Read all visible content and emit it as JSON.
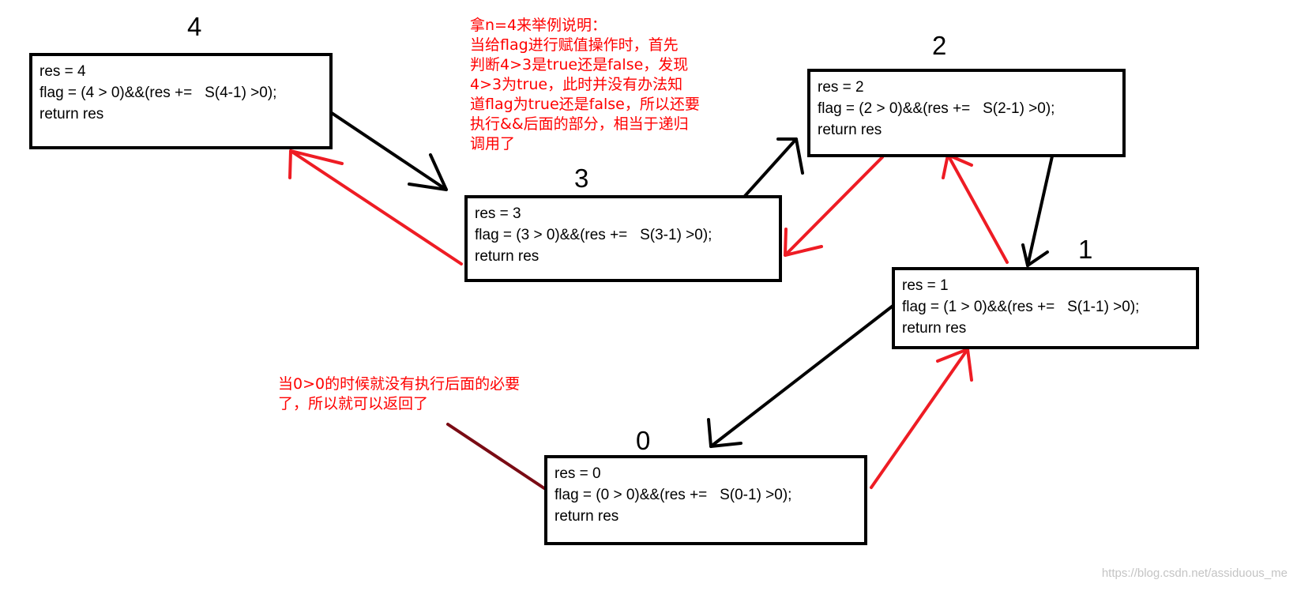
{
  "nodes": [
    {
      "id": "4",
      "label": "4",
      "lines": [
        "res = 4",
        "flag = (4 > 0)&&(res +=   S(4-1) >0);",
        "return res"
      ]
    },
    {
      "id": "3",
      "label": "3",
      "lines": [
        "res = 3",
        "flag = (3 > 0)&&(res +=   S(3-1) >0);",
        "return res"
      ]
    },
    {
      "id": "2",
      "label": "2",
      "lines": [
        "res = 2",
        "flag = (2 > 0)&&(res +=   S(2-1) >0);",
        "return res"
      ]
    },
    {
      "id": "1",
      "label": "1",
      "lines": [
        "res = 1",
        "flag = (1 > 0)&&(res +=   S(1-1) >0);",
        "return res"
      ]
    },
    {
      "id": "0",
      "label": "0",
      "lines": [
        "res = 0",
        "flag = (0 > 0)&&(res +=   S(0-1) >0);",
        "return res"
      ]
    }
  ],
  "notes": {
    "top": [
      "拿n=4来举例说明：",
      "当给flag进行赋值操作时，首先",
      "判断4>3是true还是false，发现",
      "4>3为true，此时并没有办法知",
      "道flag为true还是false，所以还要",
      "执行&&后面的部分，相当于递归",
      "调用了"
    ],
    "bottom": [
      "当0>0的时候就没有执行后面的必要",
      "了，所以就可以返回了"
    ]
  },
  "watermark": "https://blog.csdn.net/assiduous_me",
  "colors": {
    "call_arrow": "#000000",
    "return_arrow": "#ee1c24",
    "note_pointer": "#7a0b14",
    "note_text": "#ff0000"
  }
}
